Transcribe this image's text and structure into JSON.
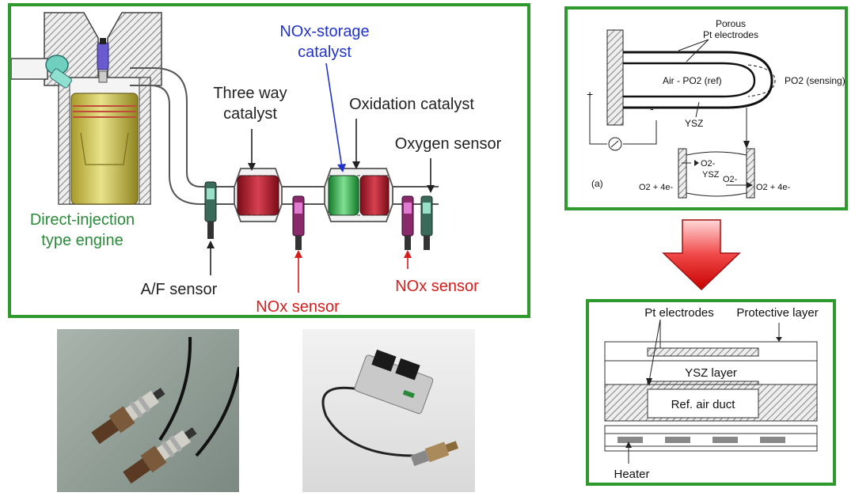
{
  "exhaust_diagram": {
    "labels": {
      "engine_line1": "Direct-injection",
      "engine_line2": "type engine",
      "three_way_line1": "Three way",
      "three_way_line2": "catalyst",
      "nox_storage_line1": "NOx-storage",
      "nox_storage_line2": "catalyst",
      "oxidation": "Oxidation catalyst",
      "oxygen_sensor": "Oxygen sensor",
      "af_sensor": "A/F sensor",
      "nox_sensor_1": "NOx sensor",
      "nox_sensor_2": "NOx sensor"
    },
    "colors": {
      "frame": "#2e9a2e",
      "engine_label": "#2a8a3a",
      "nox_storage_label": "#2233cc",
      "nox_sensor_label": "#d81c1c",
      "three_way_brick": "#a8182a",
      "nox_storage_brick": "#1f9a3c",
      "oxidation_brick": "#c01830"
    }
  },
  "photos": {
    "lambda_sensors": "lambda-sensor-pair-photo",
    "nox_sensor": "nox-sensor-module-photo"
  },
  "sensing_principle": {
    "porous_line1": "Porous",
    "porous_line2": "Pt electrodes",
    "air_ref": "Air - PO2 (ref)",
    "po2_sensing": "PO2 (sensing)",
    "ysz": "YSZ",
    "plus": "+",
    "minus": "-",
    "panel_label": "(a)",
    "o2_ion": "O2-",
    "ysz_inset": "YSZ",
    "left_reaction": "O2 + 4e-",
    "right_ion": "O2-",
    "right_reaction": "O2 + 4e-"
  },
  "arrow": {
    "color": "#e01818",
    "icon": "down-arrow-icon"
  },
  "planar_sensor": {
    "pt_electrodes": "Pt electrodes",
    "protective_layer": "Protective layer",
    "ysz_layer": "YSZ layer",
    "ref_air_duct": "Ref. air duct",
    "heater": "Heater"
  }
}
